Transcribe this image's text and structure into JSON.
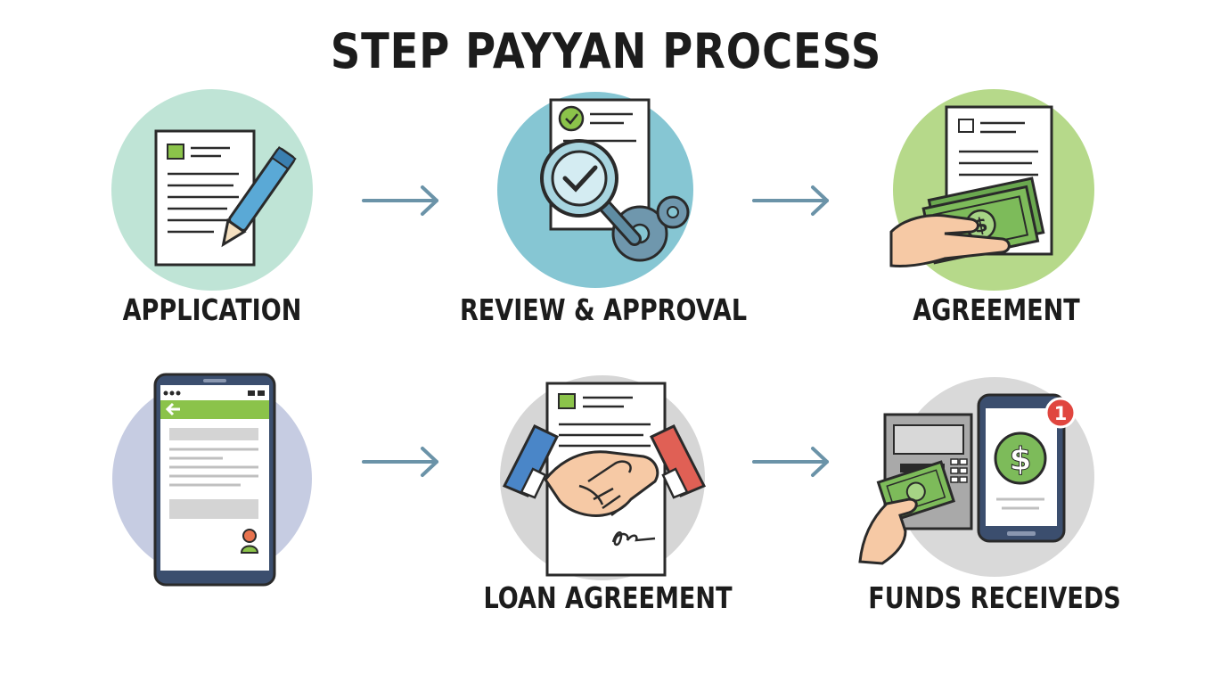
{
  "title": "STEP PAYYAN PROCESS",
  "steps": [
    {
      "label": "APPLICATION",
      "icon": "document-pen-icon",
      "circle_color": "#bfe4d6"
    },
    {
      "label": "REVIEW & APPROVAL",
      "icon": "magnifier-check-icon",
      "circle_color": "#86c6d3"
    },
    {
      "label": "AGREEMENT",
      "icon": "hand-money-icon",
      "circle_color": "#b6d98a"
    },
    {
      "label": "",
      "icon": "mobile-app-icon",
      "circle_color": "#c6cce2"
    },
    {
      "label": "LOAN AGREEMENT",
      "icon": "handshake-icon",
      "circle_color": "#d6d6d6"
    },
    {
      "label": "FUNDS RECEIVEDS",
      "icon": "atm-phone-cash-icon",
      "circle_color": "#d9d9d9"
    }
  ],
  "notification_badge": "1",
  "colors": {
    "arrow": "#6b93a8",
    "outline": "#2a2a2a",
    "money_green": "#7dbb5a",
    "accent_green": "#8bc34a",
    "sleeve_blue": "#4a86c8",
    "sleeve_red": "#e06055",
    "skin": "#f6c9a5"
  }
}
